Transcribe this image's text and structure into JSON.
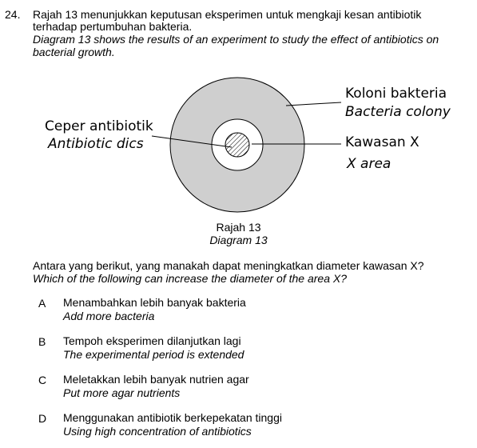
{
  "question": {
    "number": "24.",
    "stem_ms_line1": "Rajah 13 menunjukkan keputusan eksperimen untuk mengkaji kesan antibiotik",
    "stem_ms_line2": "terhadap pertumbuhan bakteria.",
    "stem_en_line1": "Diagram 13 shows the results of an experiment to study the effect of antibiotics on",
    "stem_en_line2": "bacterial growth."
  },
  "diagram": {
    "labels": {
      "colony_ms": "Koloni bakteria",
      "colony_en": "Bacteria colony",
      "disc_ms": "Ceper antibiotik",
      "disc_en": "Antibiotic dics",
      "area_ms": "Kawasan X",
      "area_en": "X area"
    },
    "caption_ms": "Rajah 13",
    "caption_en": "Diagram 13",
    "colors": {
      "colony": "#cfcfcf",
      "outline": "#000000",
      "clear_zone": "#ffffff"
    }
  },
  "prompt": {
    "ms": "Antara yang berikut, yang manakah dapat meningkatkan diameter kawasan X?",
    "en": "Which of the following can increase the diameter of the area X?"
  },
  "options": [
    {
      "letter": "A",
      "ms": "Menambahkan lebih banyak bakteria",
      "en": "Add more bacteria"
    },
    {
      "letter": "B",
      "ms": "Tempoh eksperimen dilanjutkan lagi",
      "en": "The experimental period is extended"
    },
    {
      "letter": "C",
      "ms": "Meletakkan lebih banyak nutrien agar",
      "en": "Put more agar nutrients"
    },
    {
      "letter": "D",
      "ms": "Menggunakan antibiotik berkepekatan tinggi",
      "en": "Using high concentration of antibiotics"
    }
  ]
}
